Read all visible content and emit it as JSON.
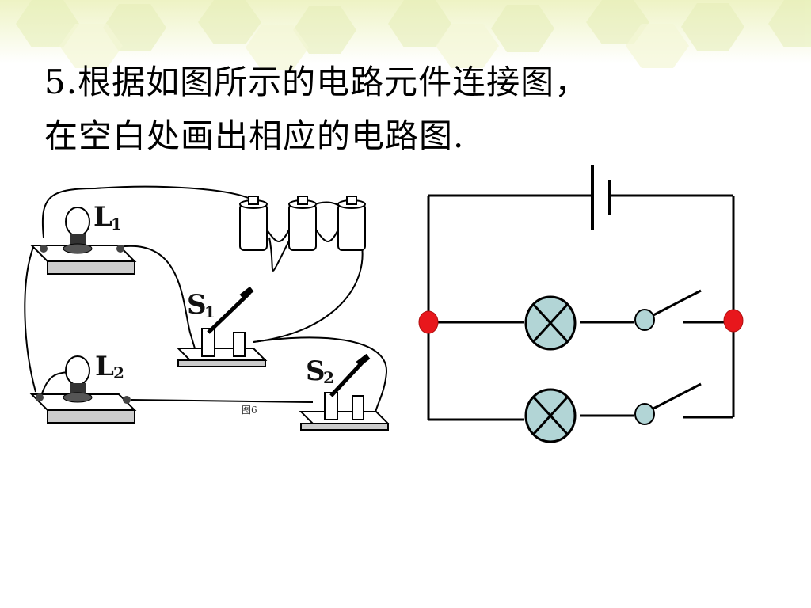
{
  "question": {
    "line1": "5.根据如图所示的电路元件连接图，",
    "line2": "在空白处画出相应的电路图."
  },
  "physical_diagram": {
    "lamp1": {
      "letter": "L",
      "subscript": "1"
    },
    "lamp2": {
      "letter": "L",
      "subscript": "2"
    },
    "switch1": {
      "letter": "S",
      "subscript": "1"
    },
    "switch2": {
      "letter": "S",
      "subscript": "2"
    },
    "figure_caption": "图6"
  },
  "colors": {
    "junction_dot": "#e8171c",
    "lamp_fill": "#b2d5d6",
    "wire": "#000000",
    "background_hexagons": "#eef4c8"
  },
  "icons": [
    "battery-cell-icon",
    "lamp-icon",
    "switch-icon",
    "junction-dot-icon"
  ]
}
